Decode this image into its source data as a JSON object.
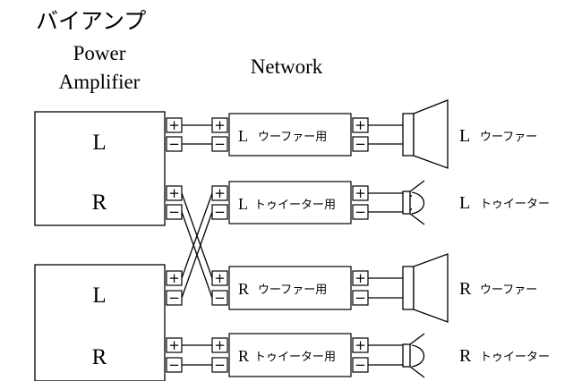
{
  "title": "バイアンプ",
  "amp_header": {
    "line1": "Power",
    "line2": "Amplifier"
  },
  "network_header": "Network",
  "terminals": {
    "plus": "+",
    "minus": "−"
  },
  "amps": [
    {
      "top_channel": "L",
      "bottom_channel": "R"
    },
    {
      "top_channel": "L",
      "bottom_channel": "R"
    }
  ],
  "networks": [
    {
      "channel": "L",
      "label": "ウーファー用"
    },
    {
      "channel": "L",
      "label": "トゥイーター用"
    },
    {
      "channel": "R",
      "label": "ウーファー用"
    },
    {
      "channel": "R",
      "label": "トゥイーター用"
    }
  ],
  "speakers": [
    {
      "channel": "L",
      "label": "ウーファー",
      "icon": "woofer-icon"
    },
    {
      "channel": "L",
      "label": "トゥイーター",
      "icon": "tweeter-icon"
    },
    {
      "channel": "R",
      "label": "ウーファー",
      "icon": "woofer-icon"
    },
    {
      "channel": "R",
      "label": "トゥイーター",
      "icon": "tweeter-icon"
    }
  ]
}
